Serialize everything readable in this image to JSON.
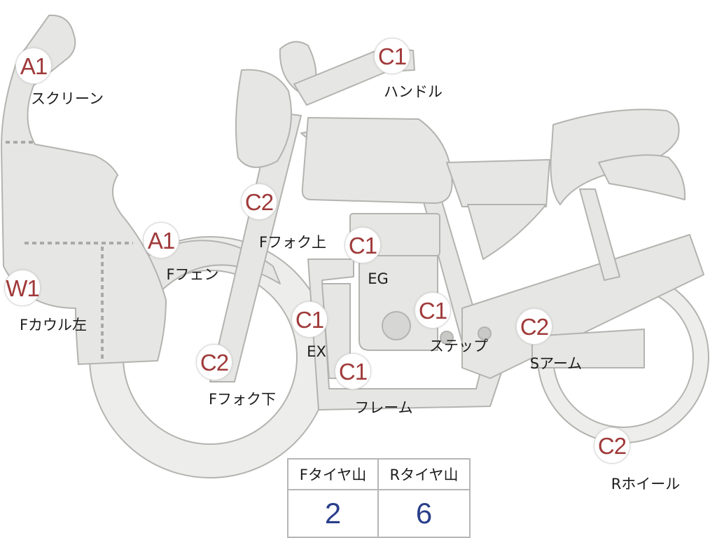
{
  "parts": [
    {
      "id": "screen",
      "grade": "A1",
      "label": "スクリーン"
    },
    {
      "id": "handle",
      "grade": "C1",
      "label": "ハンドル"
    },
    {
      "id": "ffork-upper",
      "grade": "C2",
      "label": "Fフォク上"
    },
    {
      "id": "ffender",
      "grade": "A1",
      "label": "Fフェン"
    },
    {
      "id": "fcowl-left",
      "grade": "W1",
      "label": "Fカウル左"
    },
    {
      "id": "ffork-lower",
      "grade": "C2",
      "label": "Fフォク下"
    },
    {
      "id": "engine",
      "grade": "C1",
      "label": "EG"
    },
    {
      "id": "exhaust",
      "grade": "C1",
      "label": "EX"
    },
    {
      "id": "frame",
      "grade": "C1",
      "label": "フレーム"
    },
    {
      "id": "step",
      "grade": "C1",
      "label": "ステップ"
    },
    {
      "id": "swingarm",
      "grade": "C2",
      "label": "Sアーム"
    },
    {
      "id": "rwheel",
      "grade": "C2",
      "label": "Rホイール"
    }
  ],
  "tread": {
    "front_header": "Fタイヤ山",
    "rear_header": "Rタイヤ山",
    "front_value": "2",
    "rear_value": "6"
  },
  "colors": {
    "body_fill": "#e6e6e4",
    "body_stroke": "#b3b3b0",
    "grade_text": "#a03a3a",
    "value_text": "#2a3f8a"
  }
}
